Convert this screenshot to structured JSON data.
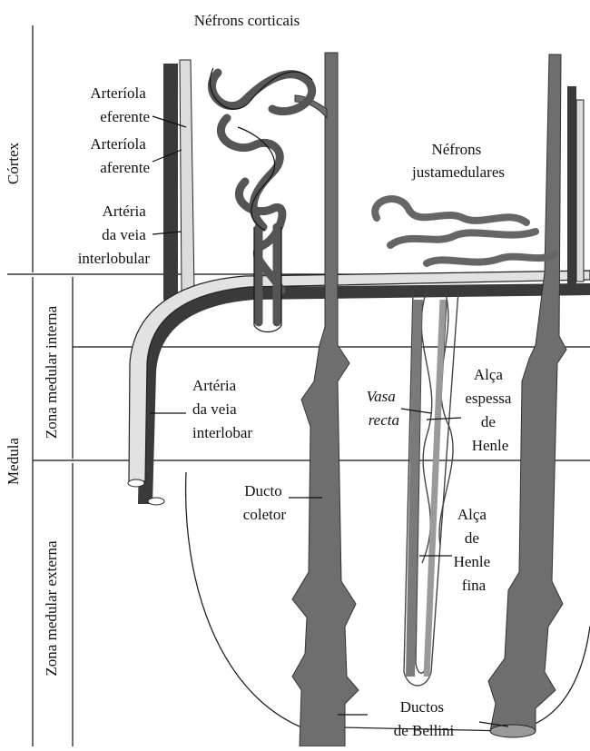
{
  "title": "Néfrons corticais",
  "zones": {
    "cortex": "Córtex",
    "medula": "Medula",
    "inner": "Zona medular interna",
    "outer": "Zona medular externa"
  },
  "labels": {
    "arteriola_eferente": [
      "Arteríola",
      "eferente"
    ],
    "arteriola_aferente": [
      "Arteríola",
      "aferente"
    ],
    "arteria_interlobular": [
      "Artéria",
      "da veia",
      "interlobular"
    ],
    "nefrons_justa": [
      "Néfrons",
      "justamedulares"
    ],
    "arteria_interlobar": [
      "Artéria",
      "da veia",
      "interlobar"
    ],
    "vasa_recta": [
      "Vasa",
      "recta"
    ],
    "alca_espessa": [
      "Alça",
      "espessa",
      "de",
      "Henle"
    ],
    "ducto_coletor": [
      "Ducto",
      "coletor"
    ],
    "alca_fina": [
      "Alça",
      "de",
      "Henle",
      "fina"
    ],
    "ductos_bellini": [
      "Ductos",
      "de Bellini"
    ]
  },
  "colors": {
    "ink": "#111111",
    "duct": "#6e6e6e",
    "artery_light": "#dcdcdc",
    "vein_dark": "#3a3a3a",
    "tubule": "#8a8a8a"
  }
}
